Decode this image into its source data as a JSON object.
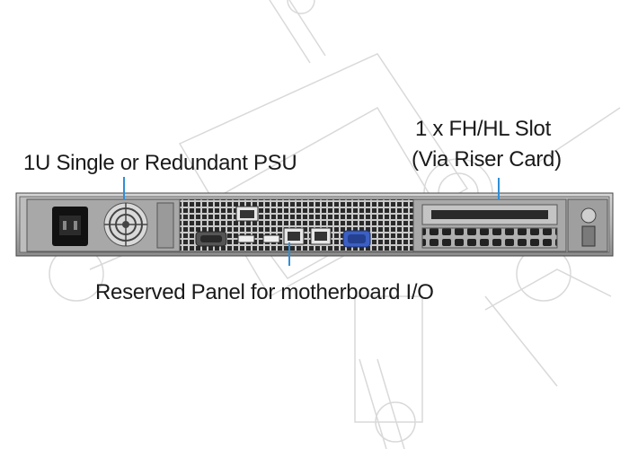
{
  "labels": {
    "psu": "1U Single or Redundant PSU",
    "slot_line1": "1 x FH/HL Slot",
    "slot_line2": "(Via Riser Card)",
    "io_panel": "Reserved Panel for motherboard I/O"
  },
  "colors": {
    "leader": "#2f8fd6",
    "chassis": "#b5b5b5",
    "chassis_dark": "#3a3a3a",
    "vga_port": "#3b5fc4",
    "watermark": "#d9d9d9"
  },
  "icons": [
    "power-inlet-icon",
    "fan-grille-icon",
    "serial-port-icon",
    "vga-port-icon",
    "ethernet-port-icon",
    "usb-port-icon",
    "riser-slot-icon"
  ]
}
